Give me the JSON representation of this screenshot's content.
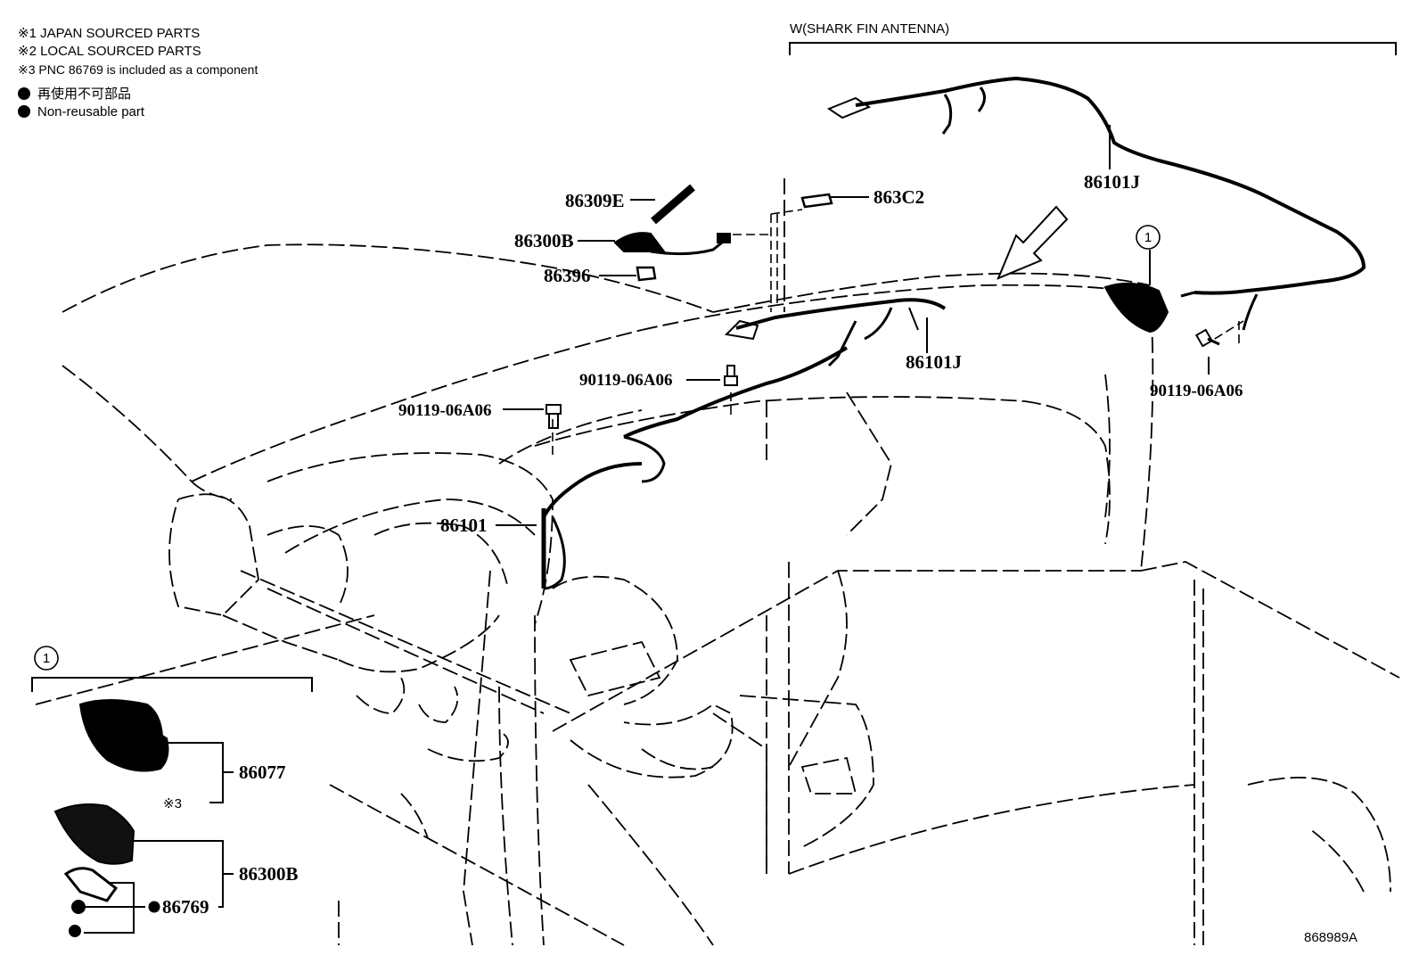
{
  "legend": {
    "note1": "※1 JAPAN SOURCED PARTS",
    "note2": "※2 LOCAL SOURCED PARTS",
    "note3": "※3 PNC 86769 is included as a component",
    "nonreusable_jp": "再使用不可部品",
    "nonreusable_en": "Non-reusable part"
  },
  "section_title": "W(SHARK FIN ANTENNA)",
  "callout": {
    "number": "1",
    "note_ref": "※3"
  },
  "parts": {
    "p86309E": "86309E",
    "p86300B": "86300B",
    "p86396": "86396",
    "p863C2": "863C2",
    "p86101J_top": "86101J",
    "p86101J_mid": "86101J",
    "p90119_a": "90119-06A06",
    "p90119_b": "90119-06A06",
    "p90119_c": "90119-06A06",
    "p86101": "86101",
    "p86077": "86077",
    "p86300B_box": "86300B",
    "p86769": "86769"
  },
  "drawing_code": "868989A"
}
